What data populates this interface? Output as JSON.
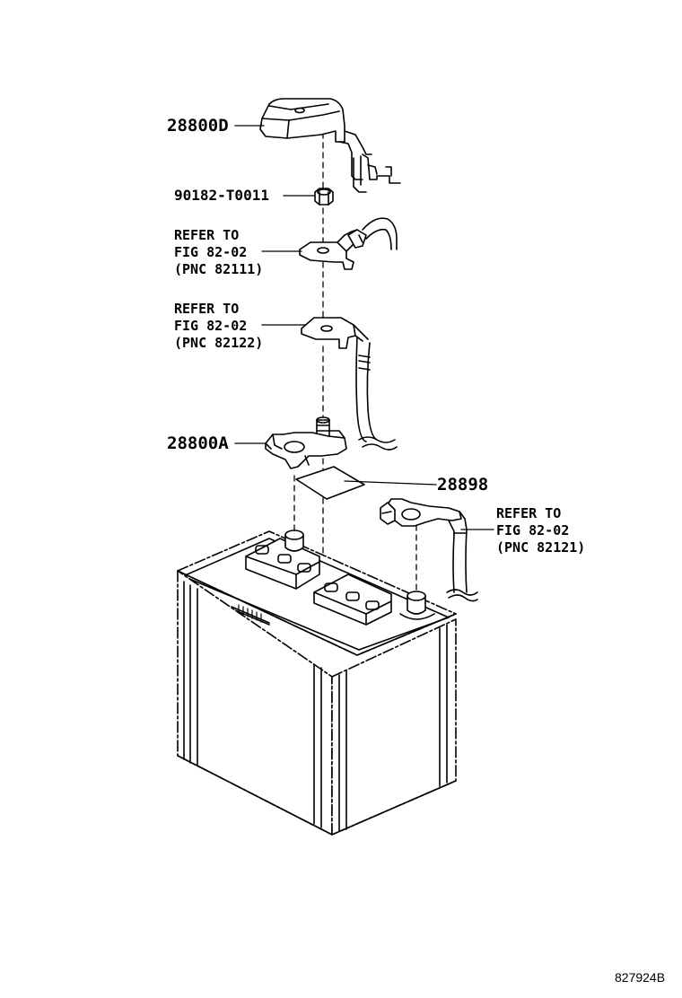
{
  "parts": {
    "cover": "28800D",
    "nut": "90182-T0011",
    "clamp": "28800A",
    "spacer": "28898"
  },
  "references": [
    {
      "line1": "REFER TO",
      "line2": "FIG 82-02",
      "line3": "(PNC 82111)"
    },
    {
      "line1": "REFER TO",
      "line2": "FIG 82-02",
      "line3": "(PNC 82122)"
    },
    {
      "line1": "REFER TO",
      "line2": "FIG 82-02",
      "line3": "(PNC 82121)"
    }
  ],
  "figure_number": "827924B"
}
